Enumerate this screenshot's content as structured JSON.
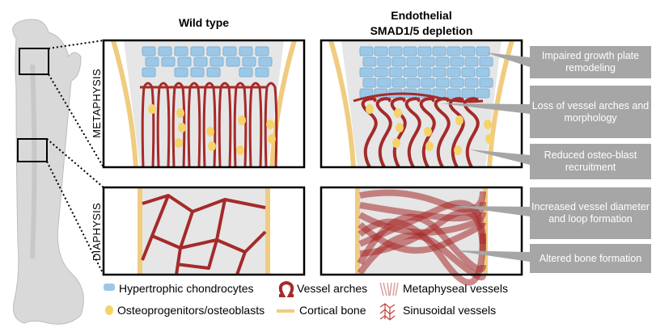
{
  "titles": {
    "wild_type": "Wild type",
    "depletion_line1": "Endothelial",
    "depletion_line2": "SMAD1/5 depletion"
  },
  "regions": {
    "metaphysis": "METAPHYSIS",
    "diaphysis": "DIAPHYSIS"
  },
  "annotations": [
    "Impaired growth plate remodeling",
    "Loss of vessel arches and morphology",
    "Reduced osteo-blast recruitment",
    "Increased vessel diameter and loop formation",
    "Altered bone formation"
  ],
  "legend": {
    "chondrocytes": "Hypertrophic chondrocytes",
    "osteoblasts": "Osteoprogenitors/osteoblasts",
    "arches": "Vessel arches",
    "cortical": "Cortical bone",
    "metaphyseal": "Metaphyseal vessels",
    "sinusoidal": "Sinusoidal vessels"
  },
  "colors": {
    "vessel": "#a52a2a",
    "cortical": "#f0cc80",
    "chondrocyte": "#9cc8e8",
    "osteoblast": "#f5d36a",
    "label_bg": "#a6a6a6"
  }
}
